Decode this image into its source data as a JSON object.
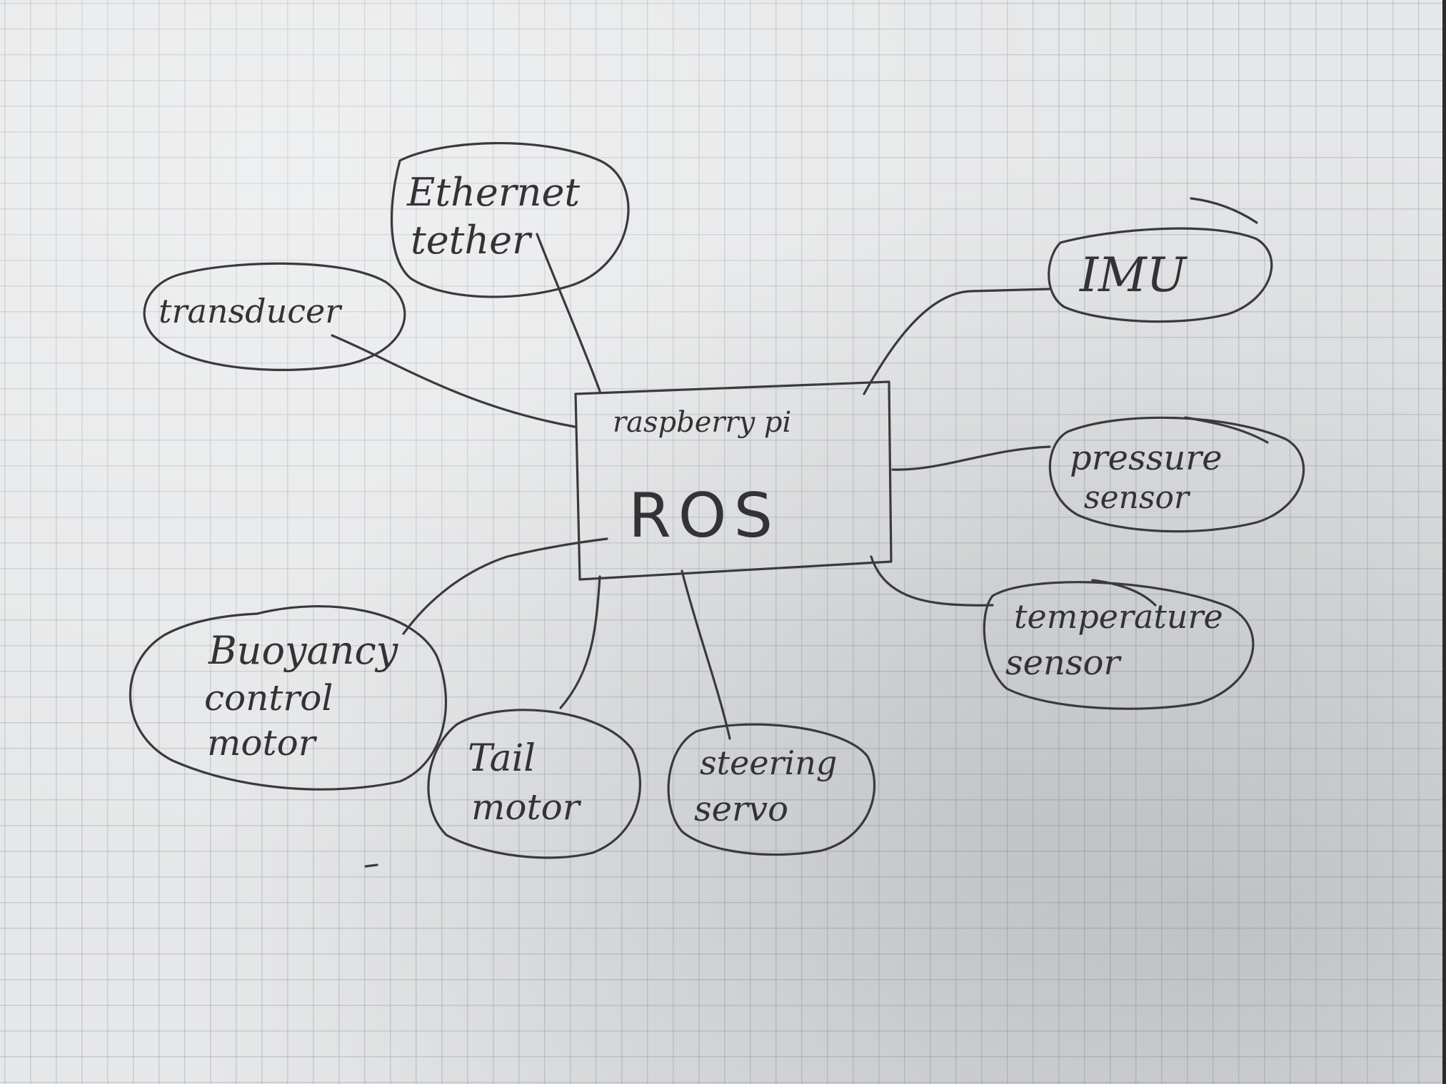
{
  "diagram": {
    "central": {
      "top_label": "raspberry pi",
      "main_label": "ROS"
    },
    "nodes": {
      "ethernet": [
        "Ethernet",
        "tether"
      ],
      "transducer": [
        "transducer"
      ],
      "imu": [
        "IMU"
      ],
      "pressure": [
        "pressure",
        "sensor"
      ],
      "temperature": [
        "temperature",
        "sensor"
      ],
      "buoyancy": [
        "Buoyancy",
        "control",
        "motor"
      ],
      "tail": [
        "Tail",
        "motor"
      ],
      "steering": [
        "steering",
        "servo"
      ]
    },
    "ink_color": "#3a3a3d",
    "paper_color": "#e6e7e8"
  }
}
